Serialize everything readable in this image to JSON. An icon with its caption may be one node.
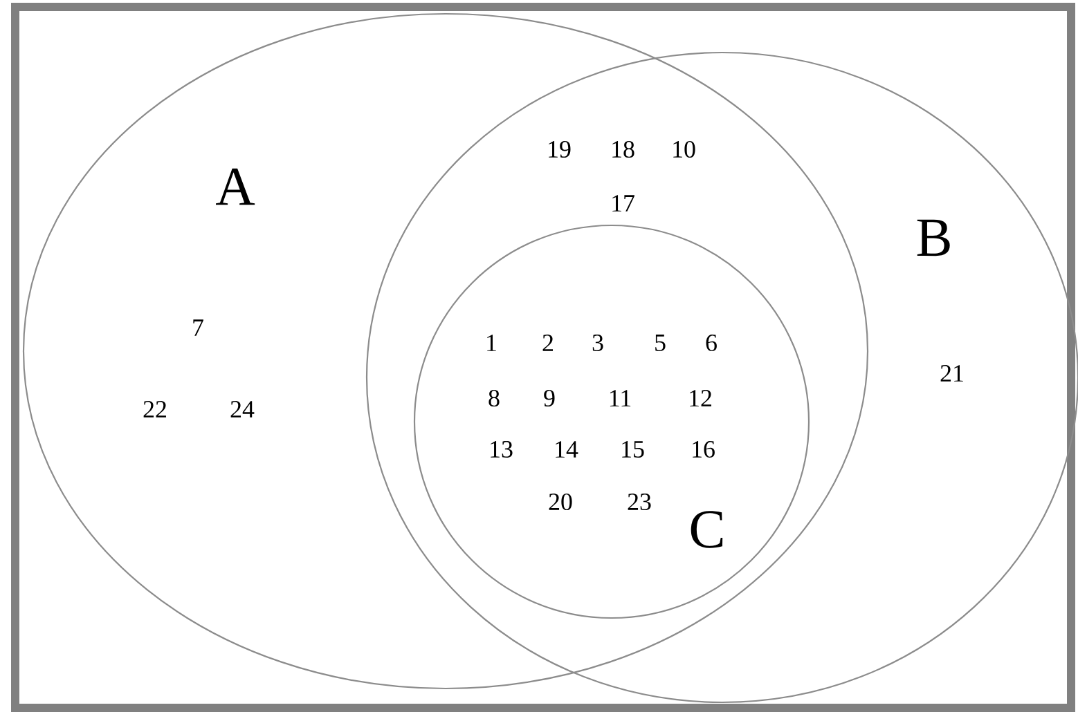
{
  "diagram": {
    "nodes": [
      {
        "text": [
          "A"
        ]
      },
      {
        "text": [
          "B"
        ]
      },
      {
        "text": [
          "C"
        ]
      }
    ],
    "labels": [
      "19",
      "18",
      "10",
      "17",
      "7",
      "1",
      "2",
      "3",
      "5",
      "6",
      "21",
      "8",
      "9",
      "11",
      "12",
      "22",
      "24",
      "13",
      "14",
      "15",
      "16",
      "20",
      "23"
    ]
  }
}
